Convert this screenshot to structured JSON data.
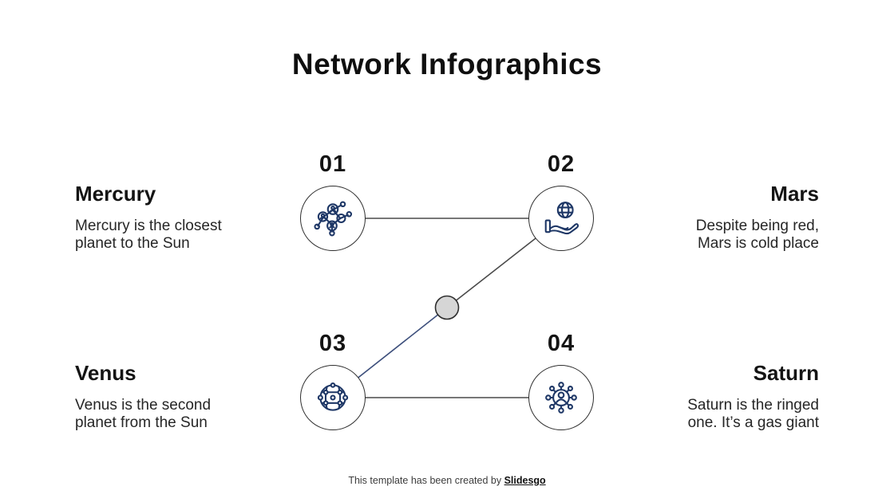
{
  "title": "Network Infographics",
  "colors": {
    "icon_navy": "#1e3766",
    "line_dark": "#4a4a4a",
    "line_blue": "#3d4f7c",
    "hub_fill": "#d6d6d6",
    "node_stroke": "#2f2f2f"
  },
  "nodes": [
    {
      "number": "01",
      "icon": "connected-users-network-icon"
    },
    {
      "number": "02",
      "icon": "hand-holding-globe-icon"
    },
    {
      "number": "03",
      "icon": "network-globe-icon"
    },
    {
      "number": "04",
      "icon": "user-hub-icon"
    }
  ],
  "blurbs": [
    {
      "heading": "Mercury",
      "body_lines": [
        "Mercury is the closest",
        "planet to the Sun"
      ]
    },
    {
      "heading": "Mars",
      "body_lines": [
        "Despite being red,",
        "Mars is cold place"
      ]
    },
    {
      "heading": "Venus",
      "body_lines": [
        "Venus is the second",
        "planet from the Sun"
      ]
    },
    {
      "heading": "Saturn",
      "body_lines": [
        "Saturn is the ringed",
        "one. It’s a gas giant"
      ]
    }
  ],
  "footer": {
    "text": "This template has been created by",
    "brand": "Slidesgo"
  }
}
